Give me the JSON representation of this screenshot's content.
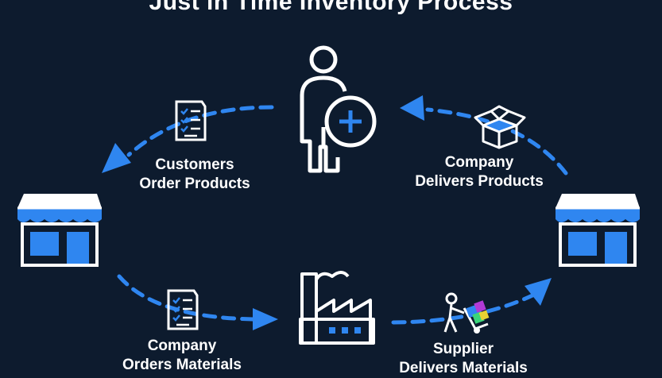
{
  "title": "Just in Time Inventory Process",
  "colors": {
    "background": "#0d1b2e",
    "accent": "#2f86f0",
    "text": "#ffffff"
  },
  "steps": [
    {
      "icon": "checklist-icon",
      "line1": "Customers",
      "line2": "Order Products"
    },
    {
      "icon": "checklist-icon",
      "line1": "Company",
      "line2": "Orders Materials"
    },
    {
      "icon": "hand-truck-icon",
      "line1": "Supplier",
      "line2": "Delivers Materials"
    },
    {
      "icon": "box-icon",
      "line1": "Company",
      "line2": "Delivers Products"
    }
  ],
  "nodes": [
    {
      "icon": "customer-icon"
    },
    {
      "icon": "store-icon"
    },
    {
      "icon": "factory-icon"
    },
    {
      "icon": "store-icon"
    }
  ]
}
